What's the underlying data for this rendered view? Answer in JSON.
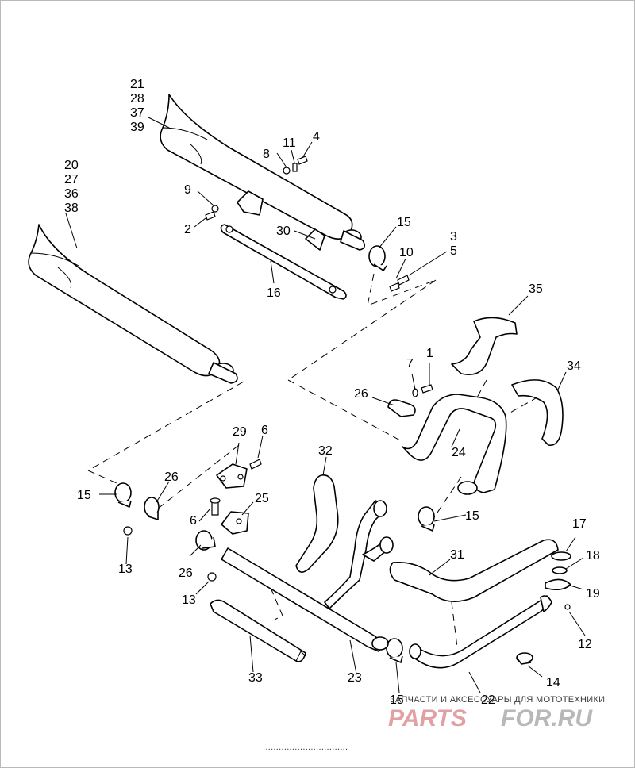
{
  "diagram": {
    "callouts": {
      "c1": "1",
      "c2": "2",
      "c3": "3",
      "c4": "4",
      "c5": "5",
      "c6a": "6",
      "c6b": "6",
      "c7": "7",
      "c8": "8",
      "c9": "9",
      "c10": "10",
      "c11": "11",
      "c12": "12",
      "c13a": "13",
      "c13b": "13",
      "c14": "14",
      "c15a": "15",
      "c15b": "15",
      "c15c": "15",
      "c15d": "15",
      "c16": "16",
      "c17": "17",
      "c18": "18",
      "c19": "19",
      "c20": "20",
      "c27": "27",
      "c36": "36",
      "c38": "38",
      "c21": "21",
      "c28": "28",
      "c37": "37",
      "c39": "39",
      "c22": "22",
      "c23": "23",
      "c24": "24",
      "c25": "25",
      "c26a": "26",
      "c26b": "26",
      "c26c": "26",
      "c29": "29",
      "c30": "30",
      "c31": "31",
      "c32": "32",
      "c33": "33",
      "c34": "34",
      "c35": "35"
    }
  },
  "watermark": {
    "caption": "ЗАПЧАСТИ И АКСЕССУАРЫ ДЛЯ МОТОТЕХНИКИ",
    "logo_left": "PARTS",
    "logo_right": "FOR.RU",
    "footer": "................................"
  }
}
